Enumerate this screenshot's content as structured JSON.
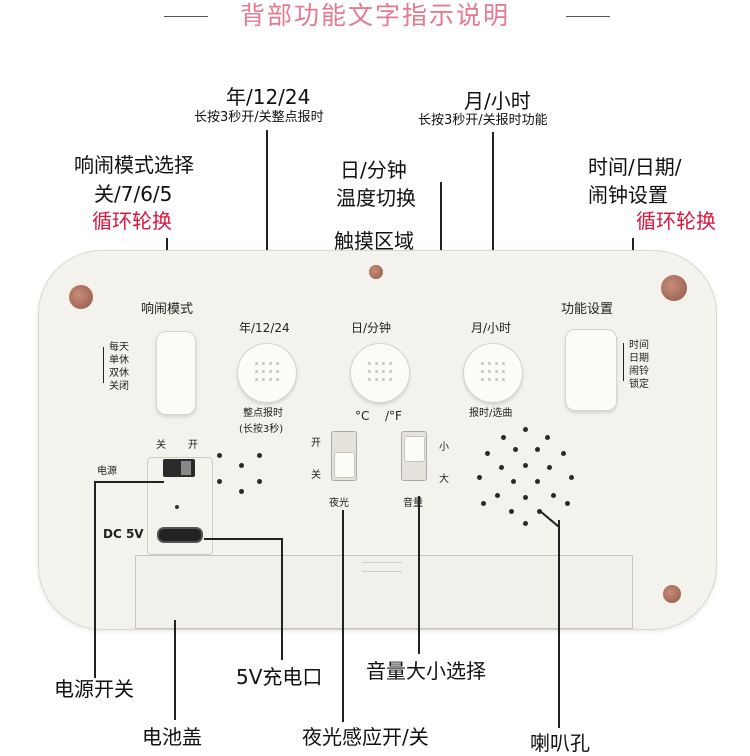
{
  "title": "背部功能文字指示说明",
  "labels": {
    "year_mode": "年/12/24",
    "year_mode_sub": "长按3秒开/关整点报时",
    "month_hour": "月/小时",
    "month_hour_sub": "长按3秒开/关报时功能",
    "alarm_mode_line1": "响闹模式选择",
    "alarm_mode_line2": "关/7/6/5",
    "alarm_mode_cycle": "循环轮换",
    "day_min_line1": "日/分钟",
    "day_min_line2": "温度切换",
    "touch_area": "触摸区域",
    "settings_line1": "时间/日期/",
    "settings_line2": "闹钟设置",
    "settings_cycle": "循环轮换",
    "power_switch": "电源开关",
    "charge_port": "5V充电口",
    "volume_select": "音量大小选择",
    "battery_cover": "电池盖",
    "night_light": "夜光感应开/关",
    "speaker": "喇叭孔"
  },
  "device": {
    "alarm_mode_btn": "响闹模式",
    "alarm_options": [
      "每天",
      "单休",
      "双休",
      "关闭"
    ],
    "btn_year": "年/12/24",
    "btn_year_sub1": "整点报时",
    "btn_year_sub2": "(长按3秒)",
    "btn_day": "日/分钟",
    "temp_c": "°C",
    "temp_f": "/°F",
    "btn_month": "月/小时",
    "btn_month_sub": "报时/选曲",
    "settings_btn": "功能设置",
    "settings_options": [
      "时间",
      "日期",
      "闹铃",
      "锁定"
    ],
    "power_off": "关",
    "power_on": "开",
    "power_label": "电源",
    "dc_label": "DC 5V",
    "light_on": "开",
    "light_off": "关",
    "light_label": "夜光",
    "vol_small": "小",
    "vol_big": "大",
    "vol_label": "音量"
  },
  "colors": {
    "title": "#e4798f",
    "accent_red": "#e0143c",
    "device_body": "#f3f2ed"
  }
}
